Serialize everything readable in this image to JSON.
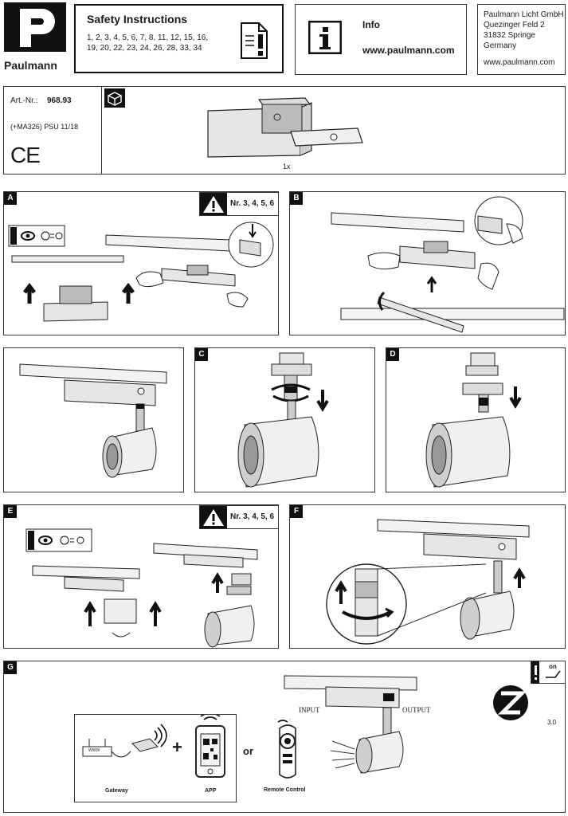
{
  "brand": {
    "name": "Paulmann",
    "letter": "P"
  },
  "safety": {
    "title": "Safety Instructions",
    "line1": "1, 2, 3, 4, 5, 6, 7, 8, 11, 12, 15, 16,",
    "line2": "19, 20, 22, 23, 24, 26, 28, 33, 34"
  },
  "info": {
    "title": "Info",
    "url": "www.paulmann.com"
  },
  "address": {
    "line1": "Paulmann Licht GmbH",
    "line2": "Quezinger Feld 2",
    "line3": "31832 Springe",
    "line4": "Germany",
    "url": "www.paulmann.com"
  },
  "product": {
    "art_label": "Art.-Nr.:",
    "art_number": "968.93",
    "psu": "(+MA326) PSU 11/18",
    "ce": "CE",
    "quantity": "1x"
  },
  "steps": {
    "a": "A",
    "b": "B",
    "c": "C",
    "d": "D",
    "e": "E",
    "f": "F",
    "g": "G"
  },
  "warnings": {
    "a": "Nr. 3, 4, 5, 6",
    "e": "Nr. 3, 4, 5, 6"
  },
  "section_g": {
    "input": "INPUT",
    "output": "OUTPUT",
    "gateway": "Gateway",
    "app": "APP",
    "or": "or",
    "remote": "Remote Control",
    "plus": "+",
    "on": "on",
    "zigbee": "3.0",
    "wifi_label": "WWW"
  },
  "colors": {
    "ink": "#111111",
    "line": "#333333",
    "paper": "#ffffff"
  }
}
